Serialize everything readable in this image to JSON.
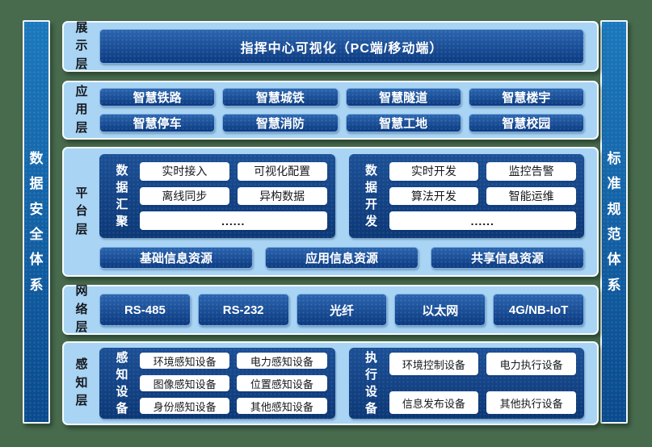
{
  "colors": {
    "background_green": "#486A4D",
    "panel_light_blue": "#A9D4F4",
    "navy_box_top": "#2B65AF",
    "navy_box_bottom": "#0B3A80",
    "pillar_blue": "#0F5CA2",
    "white_box": "#FFFFFF",
    "text_dark": "#15181D",
    "text_white": "#FFFFFF"
  },
  "pillars": {
    "left": "数据安全体系",
    "right": "标准规范体系"
  },
  "layers": {
    "display": {
      "label": "展示层",
      "box": "指挥中心可视化（PC端/移动端）"
    },
    "application": {
      "label": "应用层",
      "boxes": [
        "智慧铁路",
        "智慧城铁",
        "智慧隧道",
        "智慧楼宇",
        "智慧停车",
        "智慧消防",
        "智慧工地",
        "智慧校园"
      ]
    },
    "platform": {
      "label": "平台层",
      "groups": [
        {
          "label": "数据汇聚",
          "items": [
            "实时接入",
            "可视化配置",
            "离线同步",
            "异构数据"
          ],
          "more": "......"
        },
        {
          "label": "数据开发",
          "items": [
            "实时开发",
            "监控告警",
            "算法开发",
            "智能运维"
          ],
          "more": "......"
        }
      ],
      "resources": [
        "基础信息资源",
        "应用信息资源",
        "共享信息资源"
      ]
    },
    "network": {
      "label": "网络层",
      "boxes": [
        "RS-485",
        "RS-232",
        "光纤",
        "以太网",
        "4G/NB-IoT"
      ]
    },
    "perception": {
      "label": "感知层",
      "groups": [
        {
          "label": "感知设备",
          "items": [
            "环境感知设备",
            "电力感知设备",
            "图像感知设备",
            "位置感知设备",
            "身份感知设备",
            "其他感知设备"
          ]
        },
        {
          "label": "执行设备",
          "items": [
            "环境控制设备",
            "电力执行设备",
            "信息发布设备",
            "其他执行设备"
          ]
        }
      ]
    }
  }
}
